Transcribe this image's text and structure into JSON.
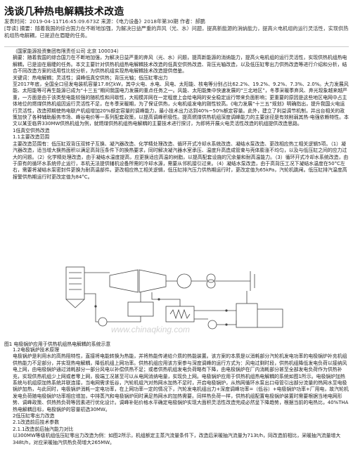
{
  "article": {
    "title": "浅谈几种热电解耦技术改造",
    "meta_line1": "发表时间：2019-04-11T16:45:09.673Z   来源：《电力设备》2018年第30期   作者：郝鹏",
    "meta_line2": "[导读] 摘要：随着我国的综合国力在不断地加强，为解决日益严重的弃风（光、水）问题，提高新能源的消纳能力，提高火电机组的运行灵活性，实现供热机组热电解耦，已是迫在眉睫的任务。",
    "affiliation": "（国家能源投资集团有限责任公司  北京  100034）",
    "abstract": "摘要：随着我国的综合国力在不断地加强，为解决日益严重的弃风（光、水）问题，提高新能源的消纳能力，提高火电机组的运行灵活性，实现供热机组热电解耦，已是迫在眉睫的任务。本文主要针对供热机组热电解耦技术改造的低真空供热改造、背压光轴改造，以及低压缸零出力供热改造等进行介绍和分析，结合不同改造方案的适用性比较分析，为供热机组实现热电解耦技术改造提供借鉴。",
    "keywords": "关键词：热电解耦；灵活性；调峰低真空供热；背压光轴；低压缸零出力",
    "intro": "至2017年底，全国全口径发电装机容量17.8亿kW，其中火电、水电、风电、太阳能、核电等分别占比62.2%、19.2%、9.2%、7.3%、2.0%。大力发展风能、太阳能等可再生能源已成为“十三五”期间我国电力发展的重点任务之一。风能、太阳能集中快速发展的“三北地区”，冬季采暖季弃风、弃光现象越来越严重，一方面是由于该类型电能较强的随机性和间歇性，大规模并网在一定程度上会给电网的安全稳定运行带来负面影响；更重要的原因是这些地区电网中占主体地位的燃煤供热机组因运行灵活性不足，在冬季采暖期，为了保证供热，火电机组发电的刚性较高。《电力发展“十三五”规划》明确指出，提升我国火电运行灵活性，改造预期使热电联产机组增加20%额定容量的调峰能力，最小技术出力达到40%~50%额定容量。此外，建立了利益调节机制，并出台相关的政策加快了各种辅助服务市场、峰谷电价等一系列配套政策，以提高调峰积极性。提高燃煤供热机组深度调峰能力的主要途径是有效削弱其热-电强依赖特性。本文以某亚临界330MW供热机组为例，就燃煤供热机组热电解耦的主要技术进行探讨，为即将开展火电灵活性改造的机组提供改造思路。",
    "h1": "1低真空供热改造",
    "h1_1": "1.1主要改造范围",
    "s1_1": "主要改造范围有：低压缸双背压双转子互换、凝汽器改造、化学精处理改造、循环开式冷却水系统改造、凝结水泵改造、更改相应热工相关逻辑5项。（1）凝汽器改造，适当增大换热面积以满足高背压条件下的换热要求，同时解决凝汽器水室承压、温度升高造成管束与壳体膨涨不均匀，以及与低压缸之间的应力过大的问题。（2）化学精处理改造，由于凝结水温度提高，应更换适应高温的树脂，以提高配套设施的冗余量和耐高温能力。（3）循环开式冷却水系统改造，由于原有的循环水系统停止运行，本机无法提供辅机设备所需的冷却水源，需要从邻机接引过来。（4）凝结水泵改造，由于高背压工况下凝结水温度在50°C左右，需要将凝结水泵密封件更换为耐高温部件。更改相应热工相关逻辑，低压缸排汽压力供热期运行时，更改定值为65kPa，汽轮机跳闸。低压缸排汽温度高报警供热期运行时更改定值为84°C。"
  },
  "figure": {
    "watermark": "www.chinaqking.com",
    "caption": "图1  电极锅炉应用于供热机组热电解耦的系统示意"
  },
  "section2": {
    "h1_2": "1.2电极锅炉技术原理",
    "p1": "电极锅炉是利用水的高热阻特性，直接将电能转换为热能，并将热能传递给介质的热能装置。该方案的本质是以消耗部分汽轮机发电功率的电极锅炉补充机组供热能力不足部分，并实现热电解耦，降低机组上网功率。供热机组应用该方案参与深度调峰的运行方式为：风电过剩时段，供热机组降低发电负荷以接纳风电上网，由电极锅炉通过消耗部分一部分风电以补偿供热不足；或者供热机组发电负荷略有下降，由电极锅炉在厂内消耗部分甚至全部发电负荷作为供热补充，实现供热机组少上网或者零上网，极端工况甚至可以从电网消纳电量，实现负上网。电极锅炉应用于供热机组热电解耦的系统如图1所示。电极锅炉加热系统与机组原加热系统并联连接，当电网需求低谷，汽轮机组汽对热网水加热不足时，开启电极锅炉，从热网循环水泵出口母管引出部分流量的热网水至电极锅炉加热，与此同时，电极锅炉消耗一定电功率，在上网功率一定的情况下，汽轮发电机组出力+深度调峰功率=（低谷）+电极锅炉功率+厂用电，故汽轮机发电负荷随电极锅炉功率相应增加，中排蒸汽和电极锅炉同时满足热网水的加热需要。同样热负荷一样，供热机组配置电极锅炉装置时需要根据当地电网形势、调峰政策、供热热负荷等因素进行优化设计。调峰补贴价格水平确定电极锅炉实现大面积灵活性改造完成必然呈下降趋势，根据当前的电热比，40%THA热电解耦目标，电极锅炉的容量初选30MW。",
    "h2": "2低压缸零出力改造",
    "h2_1": "2.1改造前后技术参数",
    "h2_1_1": "2.1.1改造前后抽汽能力对比",
    "p2": "以300MW等级机组低压缸零出力改造为例：如图2所示，机组额定主蒸汽流量条件下，改造后采暖抽汽流量为713t/h，同改造前相比，采暖抽汽流量增大348t/h，对应采暖抽汽供热负荷增大265MW。"
  }
}
